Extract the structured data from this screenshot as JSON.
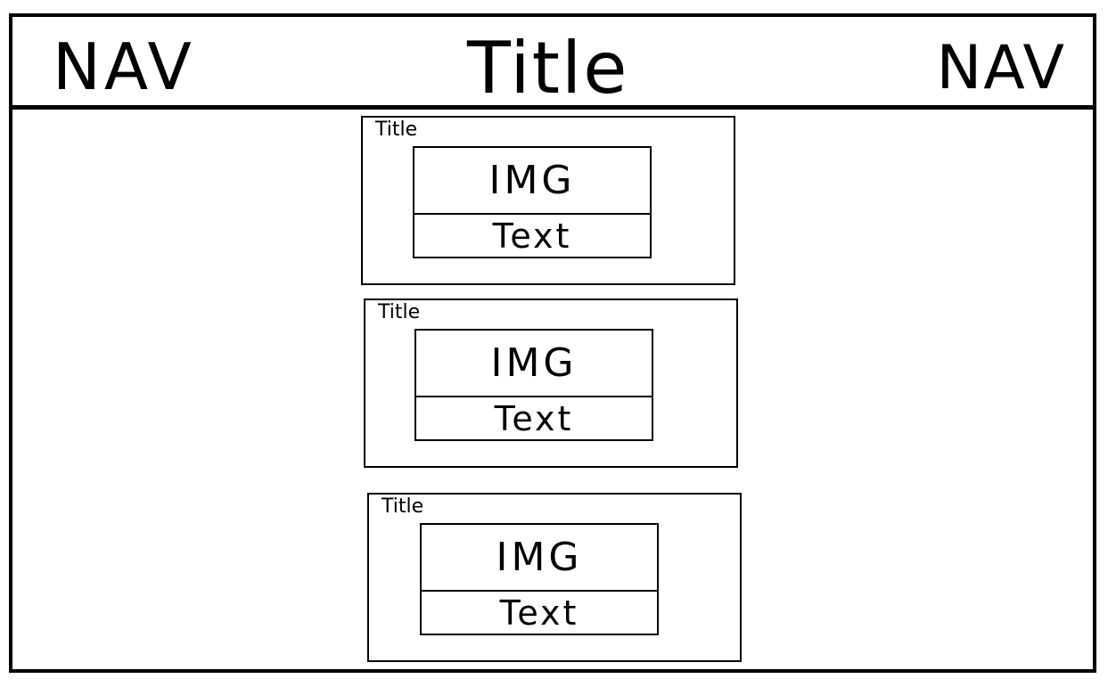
{
  "header": {
    "nav_left": "NAV",
    "title": "Title",
    "nav_right": "NAV"
  },
  "cards": [
    {
      "title": "Title",
      "img": "IMG",
      "text": "Text"
    },
    {
      "title": "Title",
      "img": "IMG",
      "text": "Text"
    },
    {
      "title": "Title",
      "img": "IMG",
      "text": "Text"
    }
  ]
}
